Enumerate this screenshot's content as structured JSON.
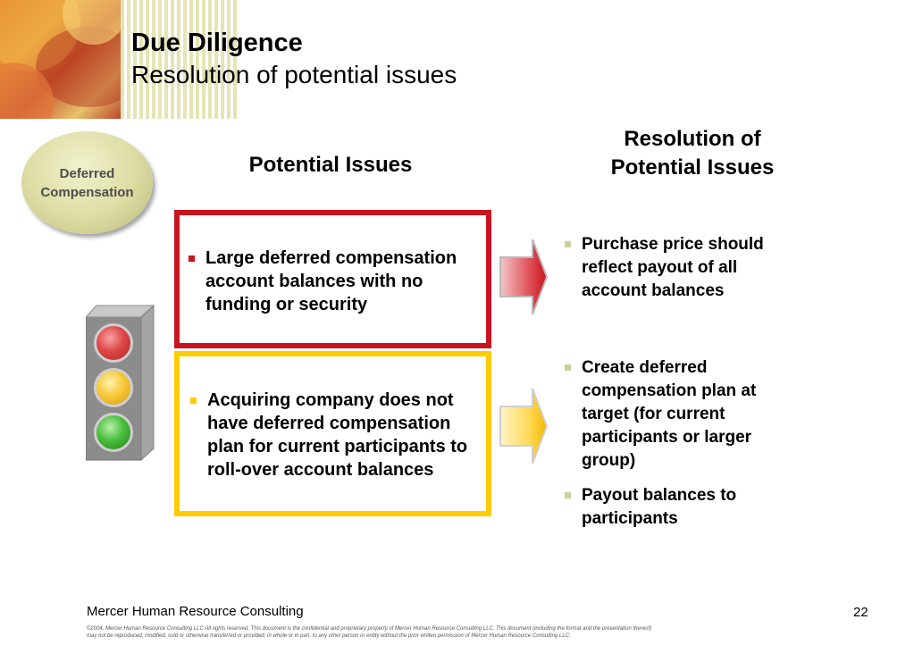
{
  "slide": {
    "title": "Due Diligence",
    "subtitle": "Resolution of potential issues",
    "badge": "Deferred Compensation",
    "left_heading": "Potential Issues",
    "right_heading_line1": "Resolution of",
    "right_heading_line2": "Potential Issues"
  },
  "issues": [
    {
      "text": "Large deferred compensation account balances with no funding or security",
      "color": "#c8141f"
    },
    {
      "text": "Acquiring company does not have deferred compensation plan for current participants to roll-over account balances",
      "color": "#ffcc00"
    }
  ],
  "resolutions": [
    {
      "text": "Purchase price should reflect payout of all account balances"
    },
    {
      "text": "Create deferred compensation plan at target (for current participants or larger group)"
    },
    {
      "text": "Payout balances to participants"
    }
  ],
  "footer": {
    "company": "Mercer Human Resource Consulting",
    "page_number": "22",
    "copyright": "©2004, Mercer Human Resource Consulting LLC All rights reserved. This document is the confidential and proprietary property of Mercer Human Resource Consulting LLC. This document (including the format and the presentation thereof) may not be reproduced, modified, sold or otherwise transferred or provided, in whole or in part, to any other person or entity without the prior written permission of Mercer Human Resource Consulting LLC."
  },
  "colors": {
    "red": "#c8141f",
    "yellow": "#ffcc00",
    "bullet_right": "#cfcf9c"
  }
}
